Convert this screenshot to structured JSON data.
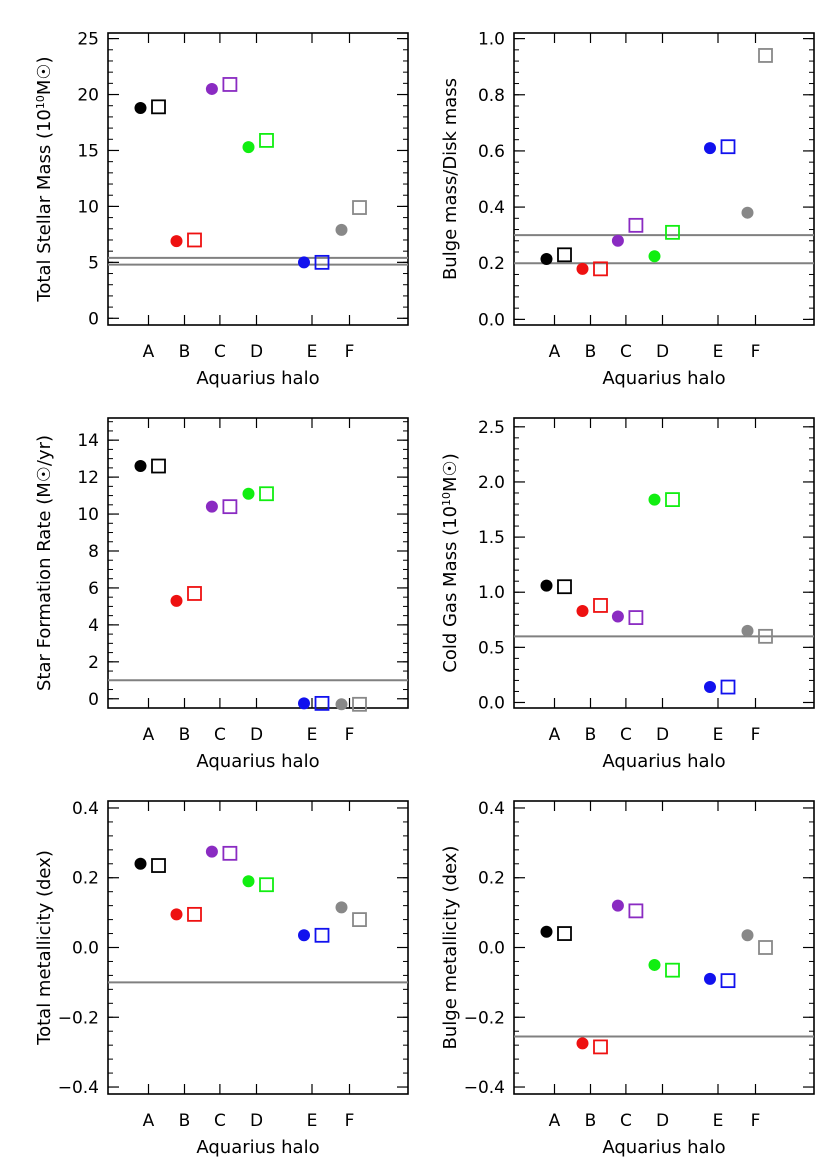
{
  "chart_data": [
    {
      "type": "scatter",
      "ylabel_html": "Total Stellar Mass (10<tspan baseline-shift='super' font-size='11'>10</tspan>M<tspan>☉</tspan>)",
      "ylabel": "Total Stellar Mass (10^10 M☉)",
      "xlabel": "Aquarius halo",
      "categories": [
        "A",
        "B",
        "C",
        "D",
        "E",
        "F"
      ],
      "ylim": [
        -0.6,
        25.5
      ],
      "yticks": [
        0,
        5,
        10,
        15,
        20,
        25
      ],
      "ytick_labels": [
        "0",
        "5",
        "10",
        "15",
        "20",
        "25"
      ],
      "minor_step": 1,
      "hlines": [
        4.8,
        5.4
      ],
      "series": [
        {
          "marker": "filled-circle",
          "values": [
            18.8,
            6.9,
            20.5,
            15.3,
            5.0,
            7.9
          ]
        },
        {
          "marker": "open-square",
          "values": [
            18.9,
            7.0,
            20.9,
            15.9,
            5.0,
            9.9
          ]
        }
      ]
    },
    {
      "type": "scatter",
      "ylabel": "Bulge mass/Disk mass",
      "xlabel": "Aquarius halo",
      "categories": [
        "A",
        "B",
        "C",
        "D",
        "E",
        "F"
      ],
      "ylim": [
        -0.02,
        1.02
      ],
      "yticks": [
        0.0,
        0.2,
        0.4,
        0.6,
        0.8,
        1.0
      ],
      "ytick_labels": [
        "0.0",
        "0.2",
        "0.4",
        "0.6",
        "0.8",
        "1.0"
      ],
      "minor_step": 0.04,
      "hlines": [
        0.2,
        0.3
      ],
      "series": [
        {
          "marker": "filled-circle",
          "values": [
            0.215,
            0.18,
            0.28,
            0.225,
            0.61,
            0.38
          ]
        },
        {
          "marker": "open-square",
          "values": [
            0.23,
            0.18,
            0.335,
            0.31,
            0.615,
            0.94
          ]
        }
      ]
    },
    {
      "type": "scatter",
      "ylabel_html": "Star Formation Rate (M<tspan>☉</tspan>/yr)",
      "ylabel": "Star Formation Rate (M☉/yr)",
      "xlabel": "Aquarius halo",
      "categories": [
        "A",
        "B",
        "C",
        "D",
        "E",
        "F"
      ],
      "ylim": [
        -0.5,
        15.2
      ],
      "yticks": [
        0,
        2,
        4,
        6,
        8,
        10,
        12,
        14
      ],
      "ytick_labels": [
        "0",
        "2",
        "4",
        "6",
        "8",
        "10",
        "12",
        "14"
      ],
      "minor_step": 0.5,
      "hlines": [
        1.0
      ],
      "series": [
        {
          "marker": "filled-circle",
          "values": [
            12.6,
            5.3,
            10.4,
            11.1,
            -0.25,
            -0.3
          ]
        },
        {
          "marker": "open-square",
          "values": [
            12.6,
            5.7,
            10.4,
            11.1,
            -0.25,
            -0.3
          ]
        }
      ]
    },
    {
      "type": "scatter",
      "ylabel_html": "Cold Gas Mass (10<tspan baseline-shift='super' font-size='11'>10</tspan>M<tspan>☉</tspan>)",
      "ylabel": "Cold Gas Mass (10^10 M☉)",
      "xlabel": "Aquarius halo",
      "categories": [
        "A",
        "B",
        "C",
        "D",
        "E",
        "F"
      ],
      "ylim": [
        -0.05,
        2.58
      ],
      "yticks": [
        0.0,
        0.5,
        1.0,
        1.5,
        2.0,
        2.5
      ],
      "ytick_labels": [
        "0.0",
        "0.5",
        "1.0",
        "1.5",
        "2.0",
        "2.5"
      ],
      "minor_step": 0.1,
      "hlines": [
        0.6
      ],
      "series": [
        {
          "marker": "filled-circle",
          "values": [
            1.06,
            0.83,
            0.78,
            1.84,
            0.14,
            0.65
          ]
        },
        {
          "marker": "open-square",
          "values": [
            1.05,
            0.88,
            0.77,
            1.84,
            0.14,
            0.6
          ]
        }
      ]
    },
    {
      "type": "scatter",
      "ylabel": "Total metallicity (dex)",
      "xlabel": "Aquarius halo",
      "categories": [
        "A",
        "B",
        "C",
        "D",
        "E",
        "F"
      ],
      "ylim": [
        -0.42,
        0.42
      ],
      "yticks": [
        -0.4,
        -0.2,
        0.0,
        0.2,
        0.4
      ],
      "ytick_labels": [
        "−0.4",
        "−0.2",
        "0.0",
        "0.2",
        "0.4"
      ],
      "minor_step": 0.04,
      "hlines": [
        -0.1
      ],
      "series": [
        {
          "marker": "filled-circle",
          "values": [
            0.24,
            0.095,
            0.275,
            0.19,
            0.035,
            0.115
          ]
        },
        {
          "marker": "open-square",
          "values": [
            0.235,
            0.095,
            0.27,
            0.18,
            0.035,
            0.08
          ]
        }
      ]
    },
    {
      "type": "scatter",
      "ylabel": "Bulge metallicity (dex)",
      "xlabel": "Aquarius halo",
      "categories": [
        "A",
        "B",
        "C",
        "D",
        "E",
        "F"
      ],
      "ylim": [
        -0.42,
        0.42
      ],
      "yticks": [
        -0.4,
        -0.2,
        0.0,
        0.2,
        0.4
      ],
      "ytick_labels": [
        "−0.4",
        "−0.2",
        "0.0",
        "0.2",
        "0.4"
      ],
      "minor_step": 0.04,
      "hlines": [
        -0.255
      ],
      "series": [
        {
          "marker": "filled-circle",
          "values": [
            0.045,
            -0.275,
            0.12,
            -0.05,
            -0.09,
            0.035
          ]
        },
        {
          "marker": "open-square",
          "values": [
            0.04,
            -0.285,
            0.105,
            -0.065,
            -0.095,
            0.0
          ]
        }
      ]
    }
  ],
  "colors": {
    "halos": [
      "#000000",
      "#ee1111",
      "#8a2bc2",
      "#11ee11",
      "#1111ee",
      "#888888"
    ],
    "reference_line": "#808080",
    "axes": "#000000"
  }
}
